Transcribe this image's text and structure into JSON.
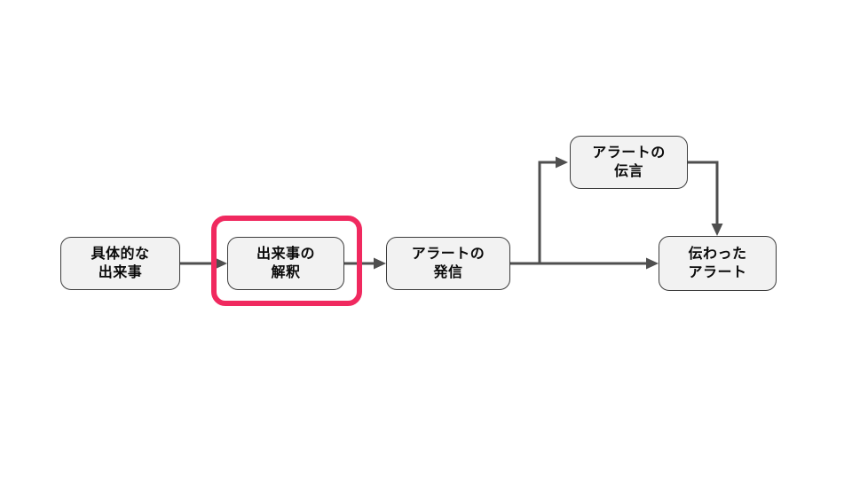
{
  "diagram": {
    "colors": {
      "background": "#FFFFFF",
      "accent_highlight": "#F0295F",
      "arrow": "#4F4F4F",
      "node_fill": "#F2F2F2",
      "node_border": "#3D3D3D",
      "node_text": "#0A0A0A"
    },
    "nodes": [
      {
        "id": "concrete-event",
        "label": "具体的な\n出来事"
      },
      {
        "id": "event-interpretation",
        "label": "出来事の\n解釈",
        "highlighted": true
      },
      {
        "id": "alert-emission",
        "label": "アラートの\n発信"
      },
      {
        "id": "alert-relay",
        "label": "アラートの\n伝言"
      },
      {
        "id": "conveyed-alert",
        "label": "伝わった\nアラート"
      }
    ],
    "edges": [
      {
        "from": "concrete-event",
        "to": "event-interpretation"
      },
      {
        "from": "event-interpretation",
        "to": "alert-emission"
      },
      {
        "from": "alert-emission",
        "to": "conveyed-alert"
      },
      {
        "from": "alert-emission",
        "to": "alert-relay"
      },
      {
        "from": "alert-relay",
        "to": "conveyed-alert"
      }
    ]
  }
}
